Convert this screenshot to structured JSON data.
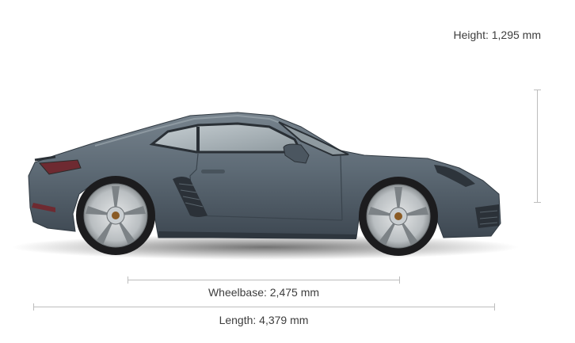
{
  "dimensions": {
    "height_label": "Height: 1,295 mm",
    "wheelbase_label": "Wheelbase: 2,475 mm",
    "length_label": "Length: 4,379 mm"
  },
  "colors": {
    "body": "#5b6873",
    "body_dark": "#3c4650",
    "glass": "#a9b3b8",
    "wheel": "#c7cbcd",
    "tire": "#1c1c1e",
    "dimension_line": "#bdbdbd"
  }
}
